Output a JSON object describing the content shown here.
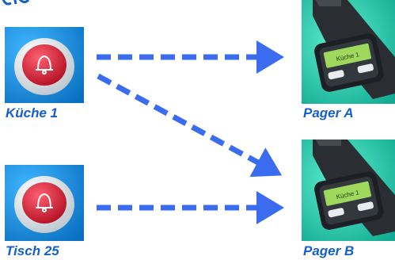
{
  "senders": [
    {
      "label": "Küche 1",
      "icon": "bell-icon"
    },
    {
      "label": "Tisch 25",
      "icon": "bell-icon"
    }
  ],
  "receivers": [
    {
      "label": "Pager A",
      "display_text": "Küche 1"
    },
    {
      "label": "Pager B",
      "display_text": "Küche 1"
    }
  ],
  "colors": {
    "tile_background": "#0e8fe0",
    "button_red": "#d82035",
    "arrow": "#3b6cf0",
    "label": "#1560c8",
    "pager_screen": "#9ed85c"
  }
}
